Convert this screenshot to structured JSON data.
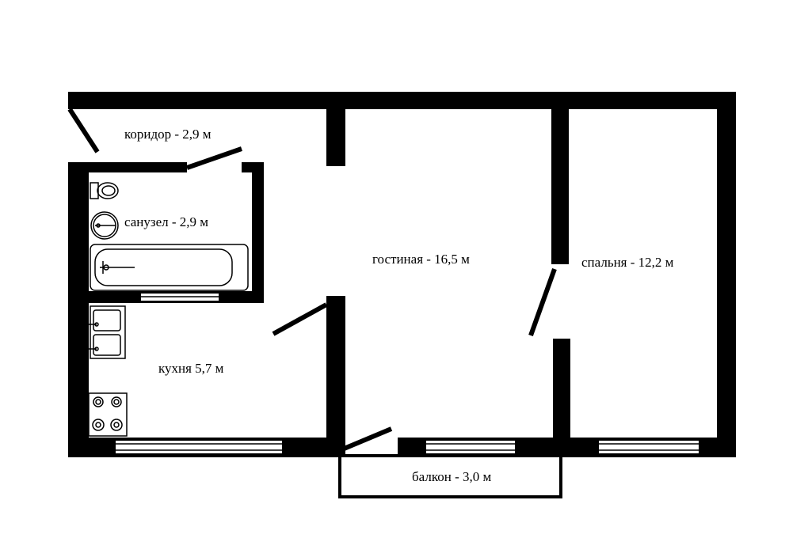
{
  "rooms": {
    "corridor": "коридор - 2,9 м",
    "bathroom": "санузел - 2,9 м",
    "living": "гостиная - 16,5 м",
    "bedroom": "спальня - 12,2 м",
    "kitchen": "кухня 5,7 м",
    "balcony": "балкон - 3,0 м"
  },
  "colors": {
    "wall": "#000000",
    "background": "#ffffff"
  }
}
